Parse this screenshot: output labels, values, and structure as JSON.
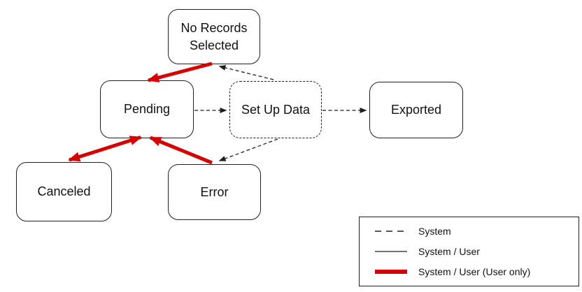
{
  "colors": {
    "red": "#d40000",
    "black": "#1f1f1f"
  },
  "nodes": {
    "no_records_selected": "No Records Selected",
    "pending": "Pending",
    "set_up_data": "Set Up Data",
    "exported": "Exported",
    "canceled": "Canceled",
    "error": "Error"
  },
  "edges": [
    {
      "from": "no_records_selected",
      "to": "pending",
      "style": "thick-red",
      "heads": "end"
    },
    {
      "from": "canceled",
      "to": "pending",
      "style": "thick-red",
      "heads": "both"
    },
    {
      "from": "error",
      "to": "pending",
      "style": "thick-red",
      "heads": "end"
    },
    {
      "from": "pending",
      "to": "set_up_data",
      "style": "dashed",
      "heads": "end"
    },
    {
      "from": "set_up_data",
      "to": "exported",
      "style": "dashed",
      "heads": "end"
    },
    {
      "from": "set_up_data",
      "to": "no_records_selected",
      "style": "dashed",
      "heads": "end"
    },
    {
      "from": "set_up_data",
      "to": "error",
      "style": "dashed",
      "heads": "end"
    }
  ],
  "legend": {
    "items": [
      {
        "style": "dashed",
        "label": "System"
      },
      {
        "style": "solid",
        "label": "System / User"
      },
      {
        "style": "thick",
        "label": "System / User (User only)"
      }
    ]
  }
}
